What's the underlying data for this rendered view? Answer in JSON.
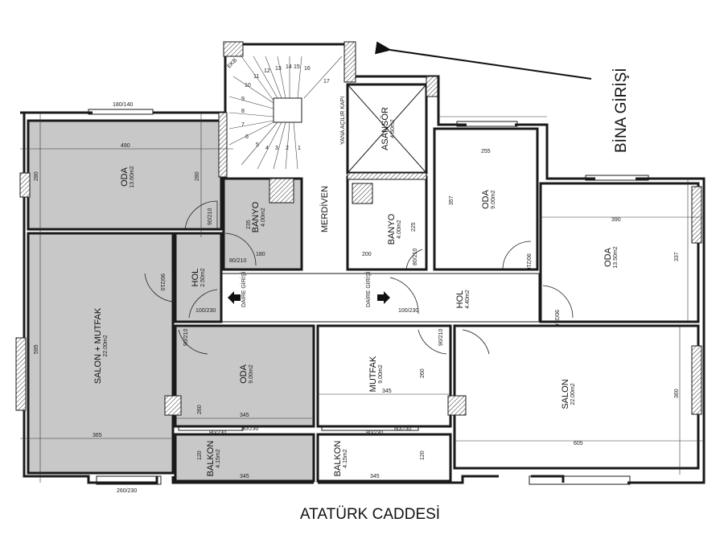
{
  "street_label": "ATATÜRK CADDESİ",
  "entrance_label": "BİNA GİRİŞİ",
  "colors": {
    "shaded_unit": "#c8c8c8",
    "wall": "#1a1a1a",
    "background": "#ffffff"
  },
  "rooms": {
    "oda_left_top": {
      "name": "ODA",
      "area": "13.60m2"
    },
    "salon_mutfak": {
      "name": "SALON + MUTFAK",
      "area": "22.00m2"
    },
    "hol_left": {
      "name": "HOL",
      "area": "2.50m2"
    },
    "banyo_left": {
      "name": "BANYO",
      "area": "4.00m2"
    },
    "merdiven": {
      "name": "MERDİVEN"
    },
    "asansor": {
      "name": "ASANSÖR",
      "area": "4.60m2"
    },
    "banyo_right": {
      "name": "BANYO",
      "area": "4.00m2"
    },
    "oda_right_small": {
      "name": "ODA",
      "area": "9.00m2"
    },
    "oda_right_large": {
      "name": "ODA",
      "area": "13.50m2"
    },
    "hol_right": {
      "name": "HOL",
      "area": "4.40m2"
    },
    "oda_left_bottom": {
      "name": "ODA",
      "area": "9.00m2"
    },
    "mutfak": {
      "name": "MUTFAK",
      "area": "9.00m2"
    },
    "salon_right": {
      "name": "SALON",
      "area": "22.00m2"
    },
    "balkon_left": {
      "name": "BALKON",
      "area": "4.15m2"
    },
    "balkon_right": {
      "name": "BALKON",
      "area": "4.15m2"
    }
  },
  "annotations": {
    "daire_girisi": "DAİRE GİRİŞİ",
    "yana_acilir_kapi": "YANA AÇILIR KAPI",
    "ekb": "EKB"
  },
  "dimensions": {
    "oda_lt_width": "490",
    "oda_lt_h1": "280",
    "oda_lt_h2": "280",
    "salon_h": "595",
    "salon_w": "365",
    "oda_lb_w": "345",
    "oda_lb_h": "260",
    "balkon_l_h": "120",
    "balkon_l_w": "345",
    "mutfak_w": "345",
    "mutfak_h": "260",
    "balkon_r_h": "120",
    "balkon_r_w": "345",
    "banyo_l_h": "235",
    "banyo_l_w": "180",
    "banyo_r_h": "225",
    "banyo_r_w": "200",
    "oda_rs_h": "357",
    "oda_rs_w": "255",
    "oda_rl_w": "390",
    "oda_rl_h": "337",
    "salon_r_w": "605",
    "salon_r_h": "360",
    "window_top": "180/140",
    "window_bottom": "260/230"
  },
  "doors": {
    "d1": "90/210",
    "d2": "80/210",
    "d3": "90/210",
    "d4": "100/230",
    "d5": "80/210",
    "d6": "90/210",
    "d7": "100/230",
    "d8": "90/210",
    "d9": "90/210",
    "d10": "90/210",
    "d11": "80/230",
    "d12": "80/230",
    "d13": "80/230",
    "d14": "80/230"
  },
  "stair_steps": [
    "1",
    "2",
    "3",
    "4",
    "5",
    "6",
    "7",
    "8",
    "9",
    "10",
    "11",
    "12",
    "13",
    "14",
    "15",
    "16",
    "17"
  ]
}
